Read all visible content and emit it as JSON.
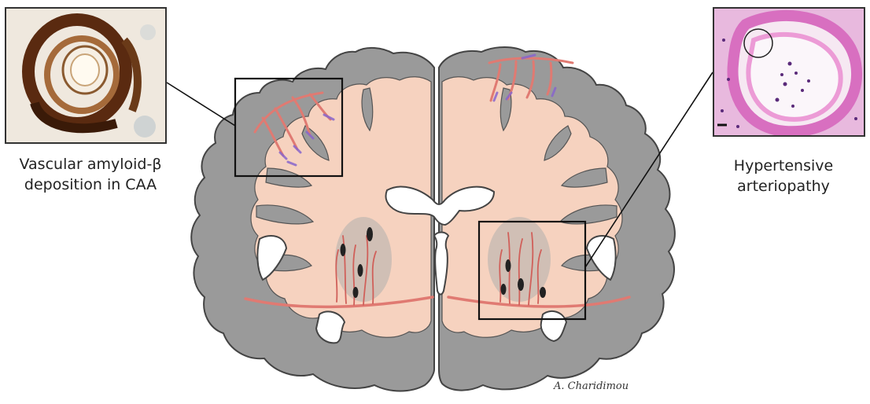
{
  "caption_left": {
    "line1": "Vascular amyloid-β",
    "line2": "deposition in CAA"
  },
  "caption_right": {
    "line1": "Hypertensive",
    "line2": "arteriopathy"
  },
  "signature": "A. Charidimou",
  "colors": {
    "cortex_gray": "#9a9a9a",
    "white_matter": "#f6d2bf",
    "vessel_red": "#e07a72",
    "amyloid_purple": "#8866cc",
    "lesion_black": "#222222",
    "stain_brown": "#5a2a10",
    "he_pink": "#e890cf"
  }
}
